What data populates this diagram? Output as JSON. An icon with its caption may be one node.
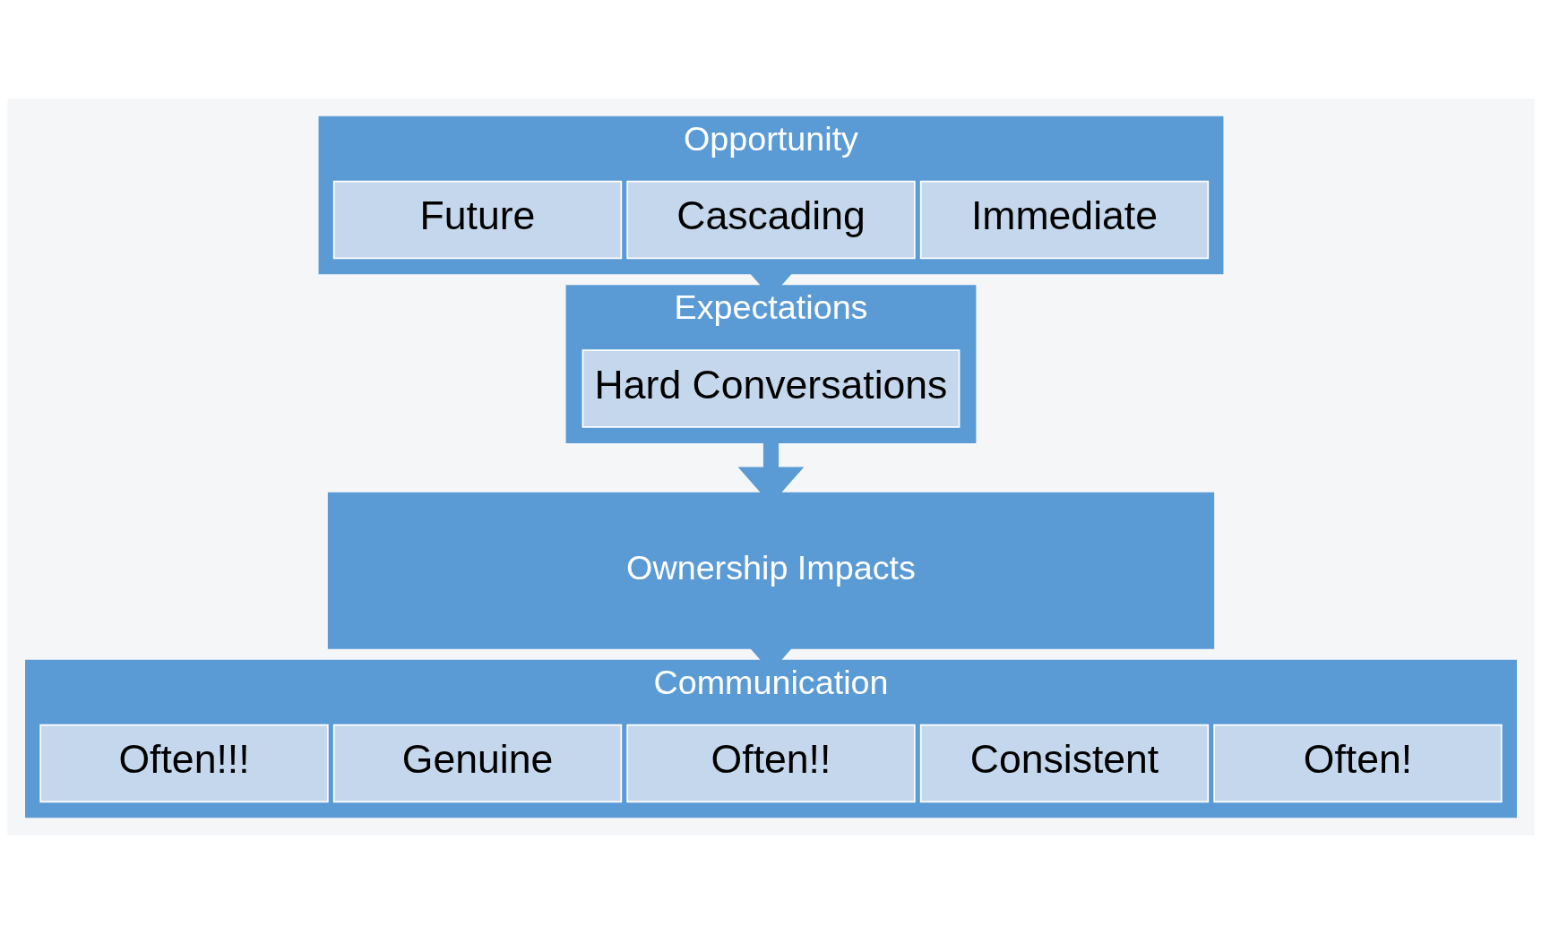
{
  "diagram": {
    "nodes": [
      {
        "text": [
          "Opportunity"
        ]
      },
      {
        "text": [
          "Immediate"
        ],
        "in": 0
      },
      {
        "text": [
          "Cascading"
        ],
        "in": 0
      },
      {
        "text": [
          "Future"
        ],
        "in": 0
      },
      {
        "text": [
          "Expectations"
        ]
      },
      {
        "text": [
          "Hard Conversations"
        ],
        "in": 4
      },
      {
        "text": [
          "Ownership Impacts"
        ]
      },
      {
        "text": [
          "Communication"
        ]
      },
      {
        "text": [
          "Often!"
        ],
        "in": 7
      },
      {
        "text": [
          "Consistent"
        ],
        "in": 7
      },
      {
        "text": [
          "Often!!"
        ],
        "in": 7
      },
      {
        "text": [
          "Genuine"
        ],
        "in": 7
      },
      {
        "text": [
          "Often!!!"
        ],
        "in": 7
      }
    ],
    "edges": [
      {
        "from": 0,
        "to": 4,
        "arrow": "to"
      },
      {
        "from": 4,
        "to": 6,
        "arrow": "to"
      },
      {
        "from": 6,
        "to": 7,
        "arrow": "to"
      }
    ]
  }
}
